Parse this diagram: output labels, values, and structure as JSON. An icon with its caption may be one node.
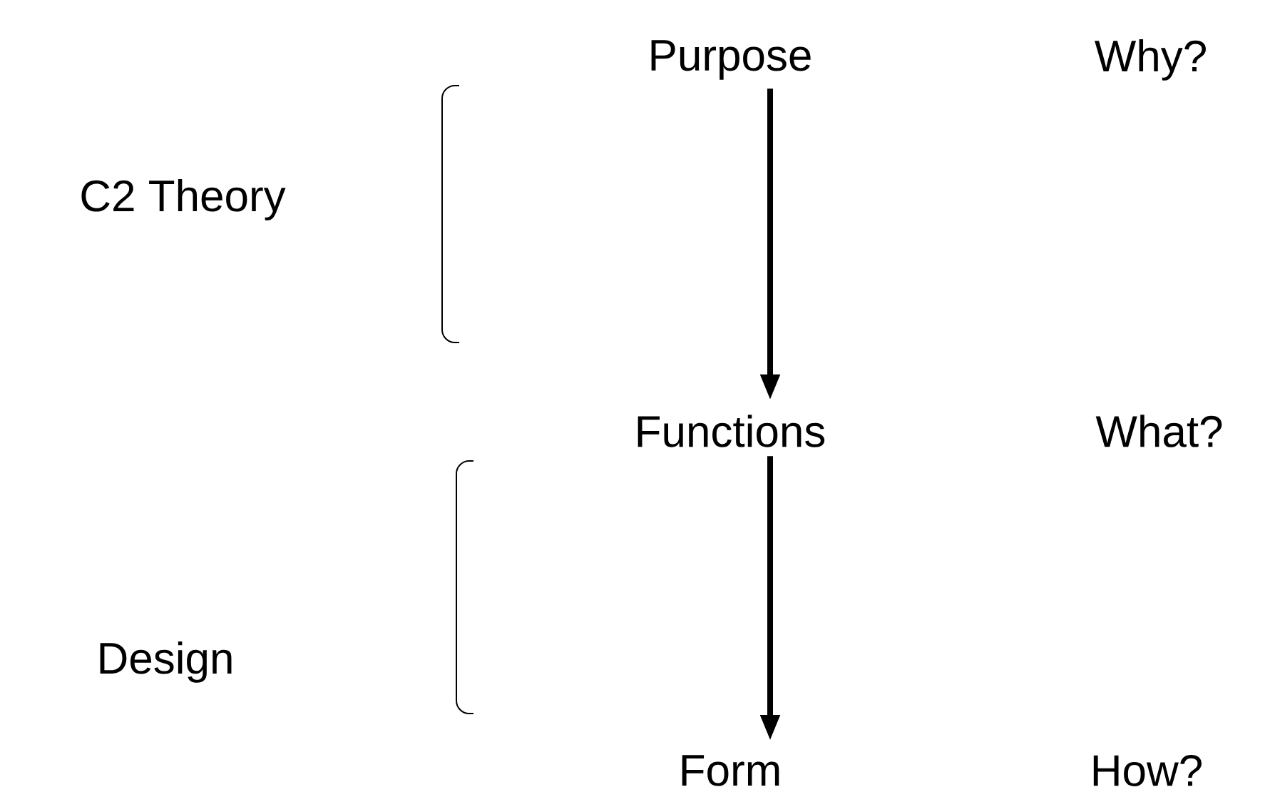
{
  "diagram": {
    "nodes": [
      {
        "text": [
          "Purpose"
        ]
      },
      {
        "text": [
          "Functions"
        ]
      },
      {
        "text": [
          "Form"
        ]
      }
    ],
    "edges": [
      {
        "from": 0,
        "to": 1,
        "arrow": "to"
      },
      {
        "from": 1,
        "to": 2,
        "arrow": "to"
      }
    ],
    "labels": [
      "Why?",
      "C2 Theory",
      "What?",
      "Design",
      "How?"
    ]
  }
}
